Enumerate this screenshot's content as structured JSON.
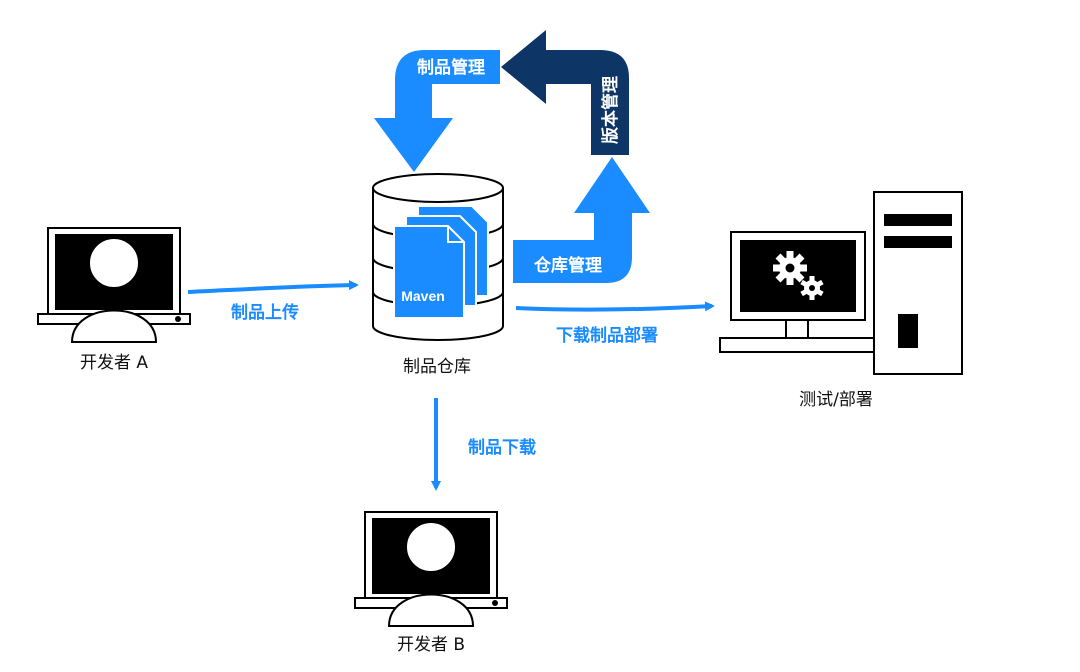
{
  "nodes": {
    "developer_a": "开发者 A",
    "developer_b": "开发者 B",
    "repository": "制品仓库",
    "test_deploy": "测试/部署"
  },
  "repository_icon_text": "Maven",
  "edges": {
    "upload": "制品上传",
    "download": "制品下载",
    "deploy_download": "下载制品部署"
  },
  "loop": {
    "repo_management": "仓库管理",
    "version_management": "版本管理",
    "artifact_management": "制品管理"
  },
  "colors": {
    "accent_blue": "#1a8cff",
    "dark_navy": "#0d3566",
    "icon_black": "#000000"
  }
}
